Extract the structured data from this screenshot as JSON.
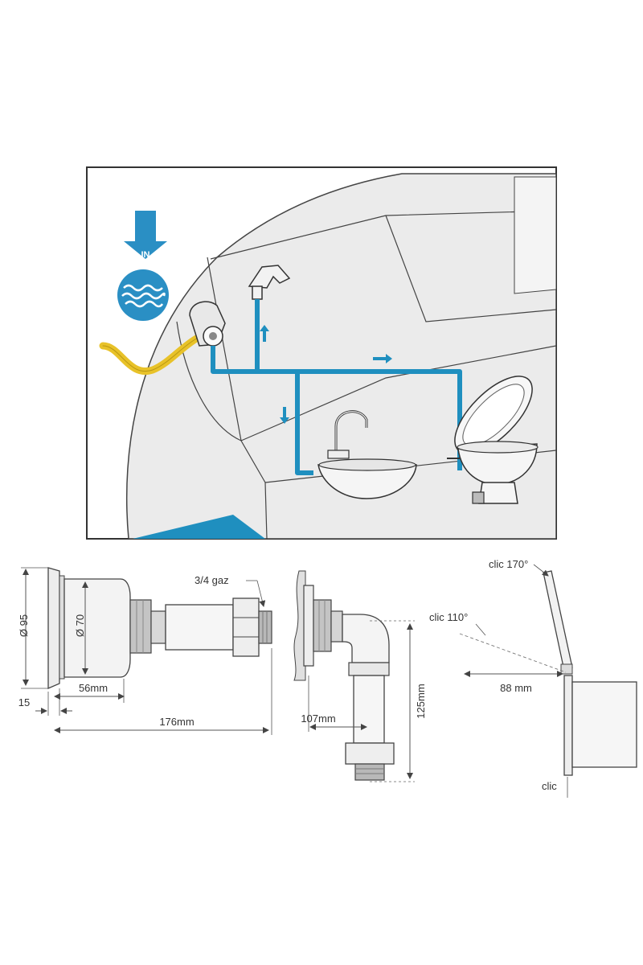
{
  "scene": {
    "in_label": "IN",
    "colors": {
      "water_pipe": "#1f8fbf",
      "hose": "#e8c229",
      "icon_blue": "#2a8fc4",
      "panel_fill": "#ebebeb",
      "outline": "#444444"
    },
    "icons": [
      "in-arrow-icon",
      "water-waves-icon",
      "tap-icon",
      "sink-icon",
      "toilet-icon",
      "flow-arrow-icon"
    ]
  },
  "drawing1": {
    "dia95": "Ø 95",
    "dia70": "Ø 70",
    "thread": "3/4 gaz",
    "len56": "56mm",
    "len15": "15",
    "len176": "176mm"
  },
  "drawing2": {
    "len107": "107mm",
    "len125": "125mm"
  },
  "drawing3": {
    "clic170": "clic 170°",
    "clic110": "clic 110°",
    "len88": "88 mm",
    "clic": "clic"
  }
}
